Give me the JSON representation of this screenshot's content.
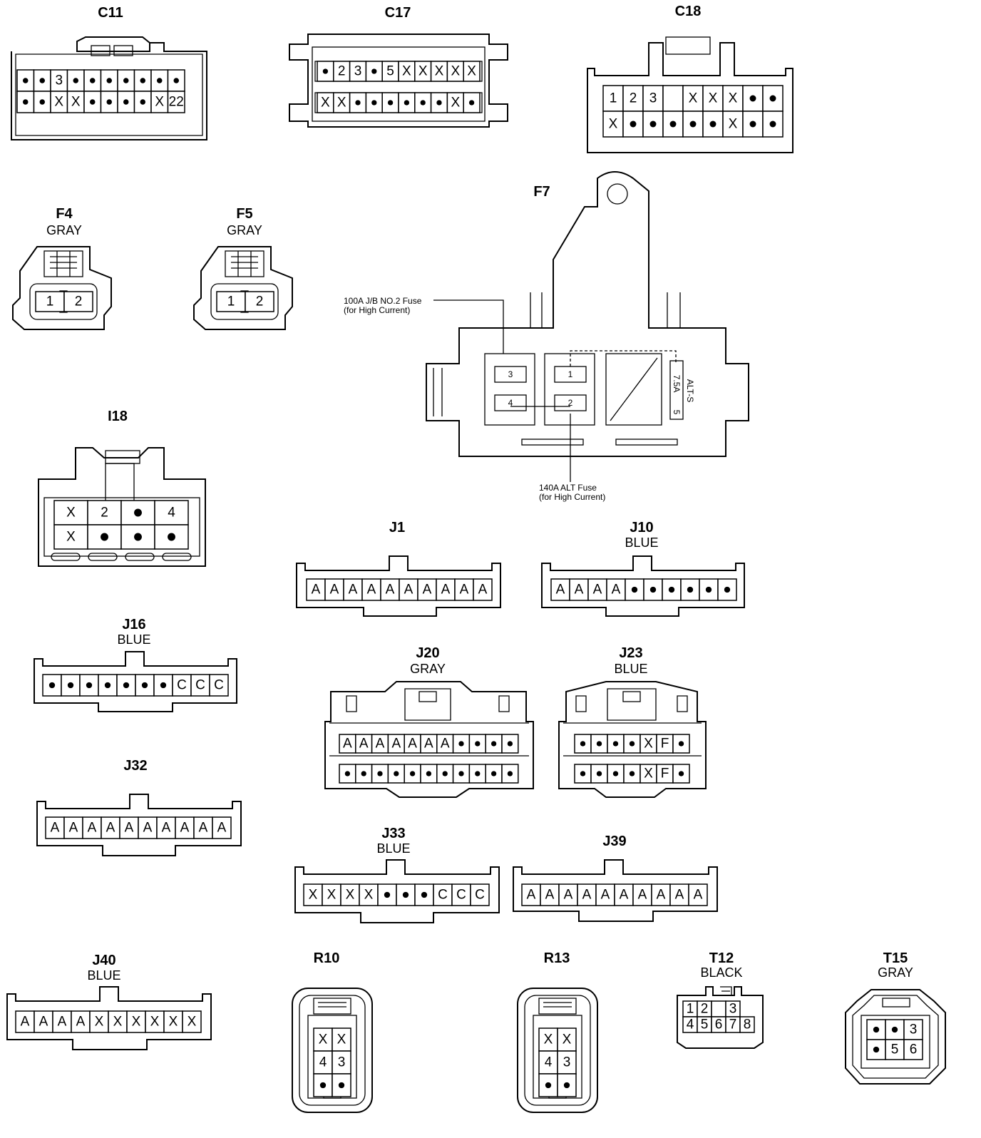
{
  "connectors": [
    {
      "id": "C11",
      "label": "C11",
      "color": "",
      "rows": [
        [
          "•",
          "•",
          "3",
          "•",
          "•",
          "•",
          "•",
          "•",
          "•",
          "•"
        ],
        [
          "•",
          "•",
          "X",
          "X",
          "•",
          "•",
          "•",
          "•",
          "X",
          "22"
        ]
      ]
    },
    {
      "id": "C17",
      "label": "C17",
      "color": "",
      "rows": [
        [
          "•",
          "2",
          "3",
          "•",
          "5",
          "X",
          "X",
          "X",
          "X",
          "X"
        ],
        [
          "X",
          "X",
          "•",
          "•",
          "•",
          "•",
          "•",
          "•",
          "X",
          "•"
        ]
      ]
    },
    {
      "id": "C18",
      "label": "C18",
      "color": "",
      "rows": [
        [
          "1",
          "2",
          "3",
          "",
          "X",
          "X",
          "X",
          "•",
          "•"
        ],
        [
          "X",
          "•",
          "•",
          "•",
          "•",
          "•",
          "X",
          "•",
          "•"
        ]
      ]
    },
    {
      "id": "F4",
      "label": "F4",
      "color": "GRAY",
      "rows": [
        [
          "1",
          "2"
        ]
      ]
    },
    {
      "id": "F5",
      "label": "F5",
      "color": "GRAY",
      "rows": [
        [
          "1",
          "2"
        ]
      ]
    },
    {
      "id": "F7",
      "label": "F7",
      "color": "",
      "rows": []
    },
    {
      "id": "I18",
      "label": "I18",
      "color": "",
      "rows": [
        [
          "X",
          "2",
          "•",
          "4"
        ],
        [
          "X",
          "•",
          "•",
          "•"
        ]
      ]
    },
    {
      "id": "J1",
      "label": "J1",
      "color": "",
      "rows": [
        [
          "A",
          "A",
          "A",
          "A",
          "A",
          "A",
          "A",
          "A",
          "A",
          "A"
        ]
      ]
    },
    {
      "id": "J10",
      "label": "J10",
      "color": "BLUE",
      "rows": [
        [
          "A",
          "A",
          "A",
          "A",
          "•",
          "•",
          "•",
          "•",
          "•",
          "•"
        ]
      ]
    },
    {
      "id": "J16",
      "label": "J16",
      "color": "BLUE",
      "rows": [
        [
          "•",
          "•",
          "•",
          "•",
          "•",
          "•",
          "•",
          "C",
          "C",
          "C"
        ]
      ]
    },
    {
      "id": "J20",
      "label": "J20",
      "color": "GRAY",
      "rows": [
        [
          "A",
          "A",
          "A",
          "A",
          "A",
          "A",
          "A",
          "•",
          "•",
          "•",
          "•"
        ],
        [
          "•",
          "•",
          "•",
          "•",
          "•",
          "•",
          "•",
          "•",
          "•",
          "•",
          "•"
        ]
      ]
    },
    {
      "id": "J23",
      "label": "J23",
      "color": "BLUE",
      "rows": [
        [
          "•",
          "•",
          "•",
          "•",
          "X",
          "F",
          "•"
        ],
        [
          "•",
          "•",
          "•",
          "•",
          "X",
          "F",
          "•"
        ]
      ]
    },
    {
      "id": "J32",
      "label": "J32",
      "color": "",
      "rows": [
        [
          "A",
          "A",
          "A",
          "A",
          "A",
          "A",
          "A",
          "A",
          "A",
          "A"
        ]
      ]
    },
    {
      "id": "J33",
      "label": "J33",
      "color": "BLUE",
      "rows": [
        [
          "X",
          "X",
          "X",
          "X",
          "•",
          "•",
          "•",
          "C",
          "C",
          "C"
        ]
      ]
    },
    {
      "id": "J39",
      "label": "J39",
      "color": "",
      "rows": [
        [
          "A",
          "A",
          "A",
          "A",
          "A",
          "A",
          "A",
          "A",
          "A",
          "A"
        ]
      ]
    },
    {
      "id": "J40",
      "label": "J40",
      "color": "BLUE",
      "rows": [
        [
          "A",
          "A",
          "A",
          "A",
          "X",
          "X",
          "X",
          "X",
          "X",
          "X"
        ]
      ]
    },
    {
      "id": "R10",
      "label": "R10",
      "color": "",
      "rows": [
        [
          "X",
          "X"
        ],
        [
          "4",
          "3"
        ],
        [
          "•",
          "•"
        ]
      ]
    },
    {
      "id": "R13",
      "label": "R13",
      "color": "",
      "rows": [
        [
          "X",
          "X"
        ],
        [
          "4",
          "3"
        ],
        [
          "•",
          "•"
        ]
      ]
    },
    {
      "id": "T12",
      "label": "T12",
      "color": "BLACK",
      "rows": [
        [
          "1",
          "2",
          "",
          "3"
        ],
        [
          "4",
          "5",
          "6",
          "7",
          "8"
        ]
      ]
    },
    {
      "id": "T15",
      "label": "T15",
      "color": "GRAY",
      "rows": [
        [
          "•",
          "•",
          "3"
        ],
        [
          "•",
          "5",
          "6"
        ]
      ]
    }
  ],
  "f7": {
    "note1_line1": "100A J/B NO.2 Fuse",
    "note1_line2": "(for High Current)",
    "note2_line1": "140A ALT Fuse",
    "note2_line2": "(for High Current)",
    "fuse_label": "ALT-S",
    "fuse_rating": "7.5A",
    "fuse_pin": "5",
    "terminals": [
      "3",
      "4",
      "1",
      "2"
    ]
  }
}
